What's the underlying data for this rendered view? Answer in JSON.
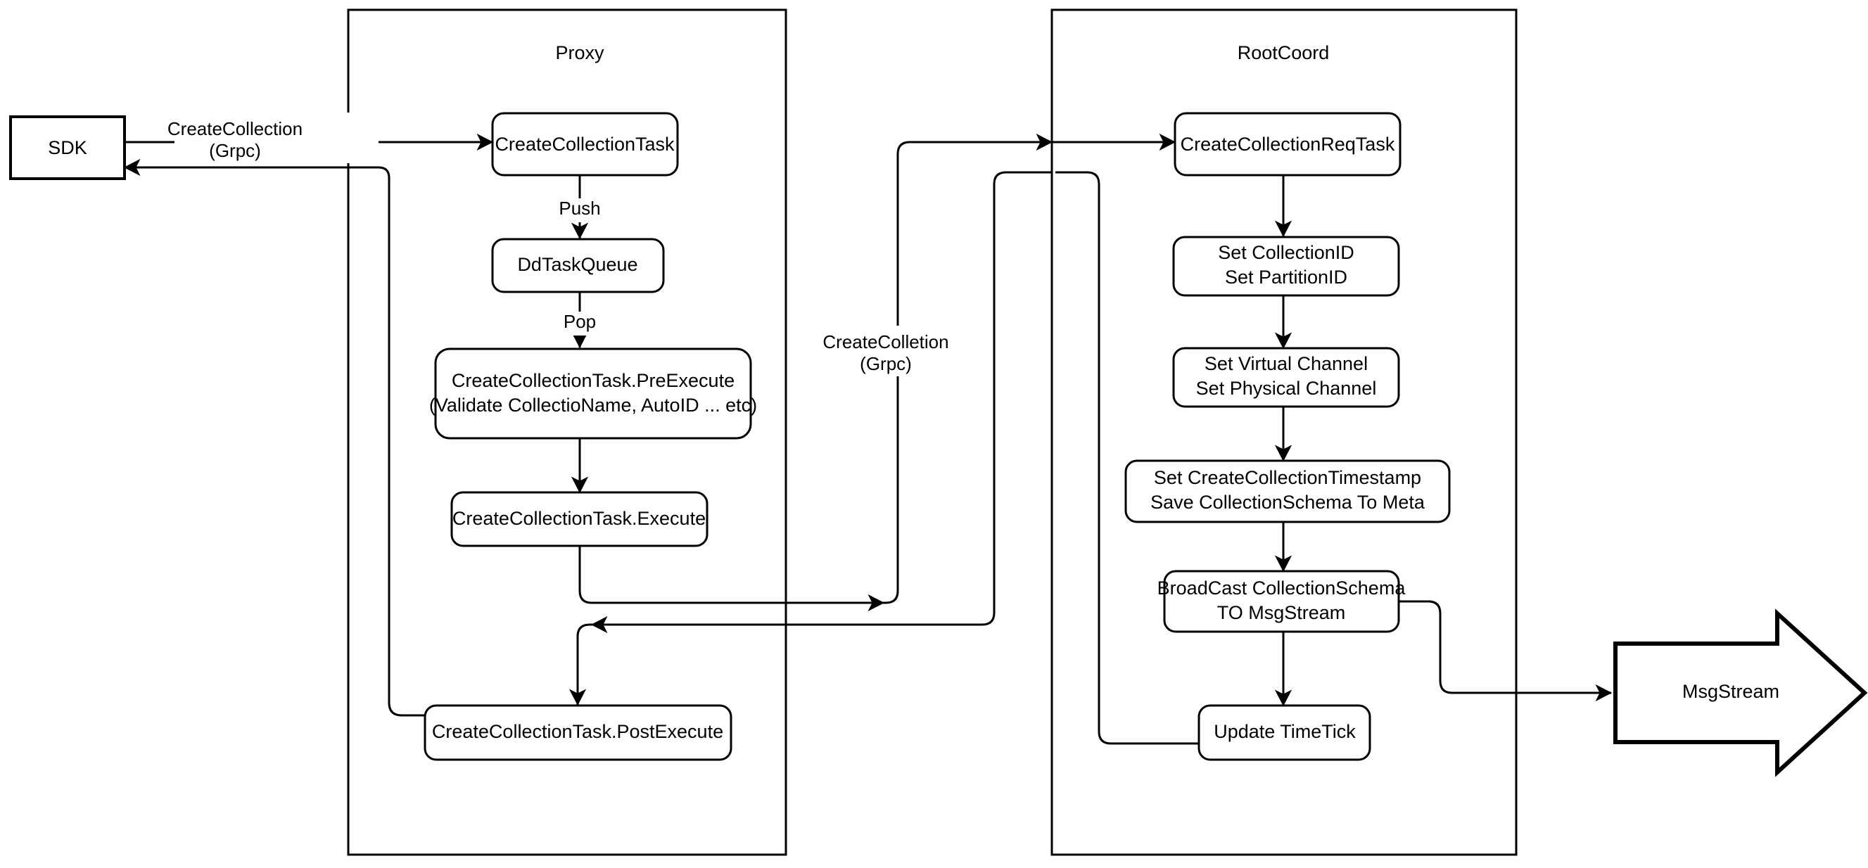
{
  "diagram": {
    "title": "Milvus CreateCollection Flow",
    "background": "#ffffff",
    "stroke_color": "#000000",
    "lanes": [
      {
        "id": "proxy",
        "label": "Proxy"
      },
      {
        "id": "rootcoord",
        "label": "RootCoord"
      }
    ],
    "external_nodes": [
      {
        "id": "sdk",
        "label": "SDK",
        "shape": "rectangle"
      },
      {
        "id": "msgstream",
        "label": "MsgStream",
        "shape": "block-arrow"
      }
    ],
    "proxy_nodes": [
      {
        "id": "create-collection-task",
        "lines": [
          "CreateCollectionTask"
        ]
      },
      {
        "id": "dd-task-queue",
        "lines": [
          "DdTaskQueue"
        ]
      },
      {
        "id": "pre-execute",
        "lines": [
          "CreateCollectionTask.PreExecute",
          "(Validate CollectioName, AutoID ... etc)"
        ]
      },
      {
        "id": "execute",
        "lines": [
          "CreateCollectionTask.Execute"
        ]
      },
      {
        "id": "post-execute",
        "lines": [
          "CreateCollectionTask.PostExecute"
        ]
      }
    ],
    "rootcoord_nodes": [
      {
        "id": "create-collection-req-task",
        "lines": [
          "CreateCollectionReqTask"
        ]
      },
      {
        "id": "set-ids",
        "lines": [
          "Set CollectionID",
          "Set PartitionID"
        ]
      },
      {
        "id": "set-channels",
        "lines": [
          "Set Virtual Channel",
          "Set Physical Channel"
        ]
      },
      {
        "id": "save-meta",
        "lines": [
          "Set CreateCollectionTimestamp",
          "Save CollectionSchema To Meta"
        ]
      },
      {
        "id": "broadcast",
        "lines": [
          "BroadCast CollectionSchema",
          "TO MsgStream"
        ]
      },
      {
        "id": "update-timetick",
        "lines": [
          "Update TimeTick"
        ]
      }
    ],
    "edge_labels": [
      {
        "id": "sdk-request",
        "lines": [
          "CreateCollection",
          "(Grpc)"
        ]
      },
      {
        "id": "push",
        "lines": [
          "Push"
        ]
      },
      {
        "id": "pop",
        "lines": [
          "Pop"
        ]
      },
      {
        "id": "proxy-rootcoord-request",
        "lines": [
          "CreateColletion",
          "(Grpc)"
        ]
      }
    ]
  }
}
